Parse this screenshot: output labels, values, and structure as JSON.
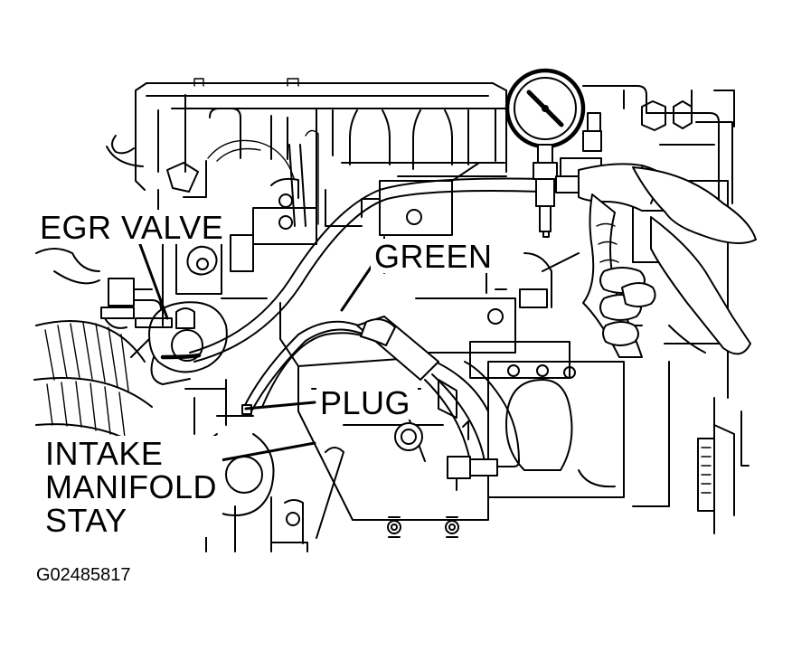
{
  "labels": {
    "egr_valve": "EGR VALVE",
    "green": "GREEN",
    "plug": "PLUG",
    "intake_line1": "INTAKE",
    "intake_line2": "MANIFOLD",
    "intake_line3": "STAY"
  },
  "figure_id": "G02485817"
}
